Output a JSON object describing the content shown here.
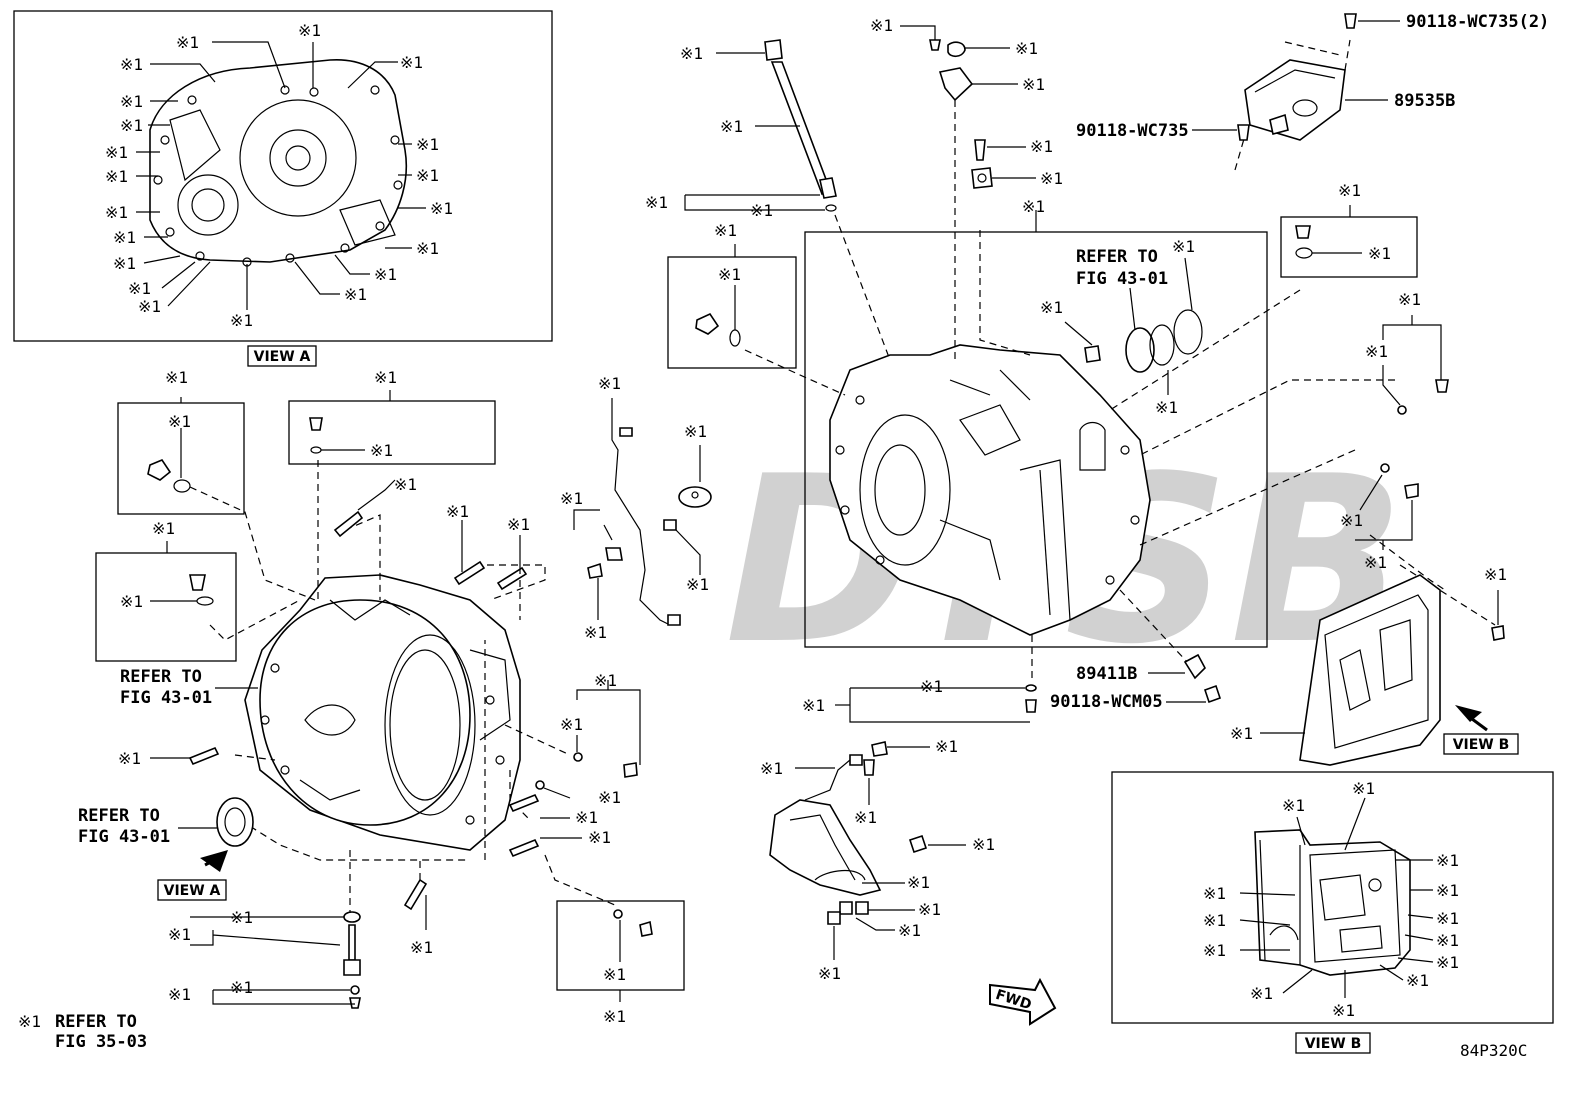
{
  "note_mark": "※1",
  "footer_note": {
    "mark": "※1",
    "line1": "REFER TO",
    "line2": "FIG 35-03"
  },
  "figure_code": "84P320C",
  "watermark": "DYSB",
  "view_labels": {
    "view_a": "VIEW A",
    "view_b": "VIEW B"
  },
  "refer_43_01": {
    "line1": "REFER TO",
    "line2": "FIG 43-01"
  },
  "part_numbers": {
    "screw_top_2": "90118-WC735(2)",
    "control_module": "89535B",
    "screw_mid": "90118-WC735",
    "sensor": "89411B",
    "sensor_screw": "90118-WCM05"
  },
  "fwd_label": "FWD"
}
